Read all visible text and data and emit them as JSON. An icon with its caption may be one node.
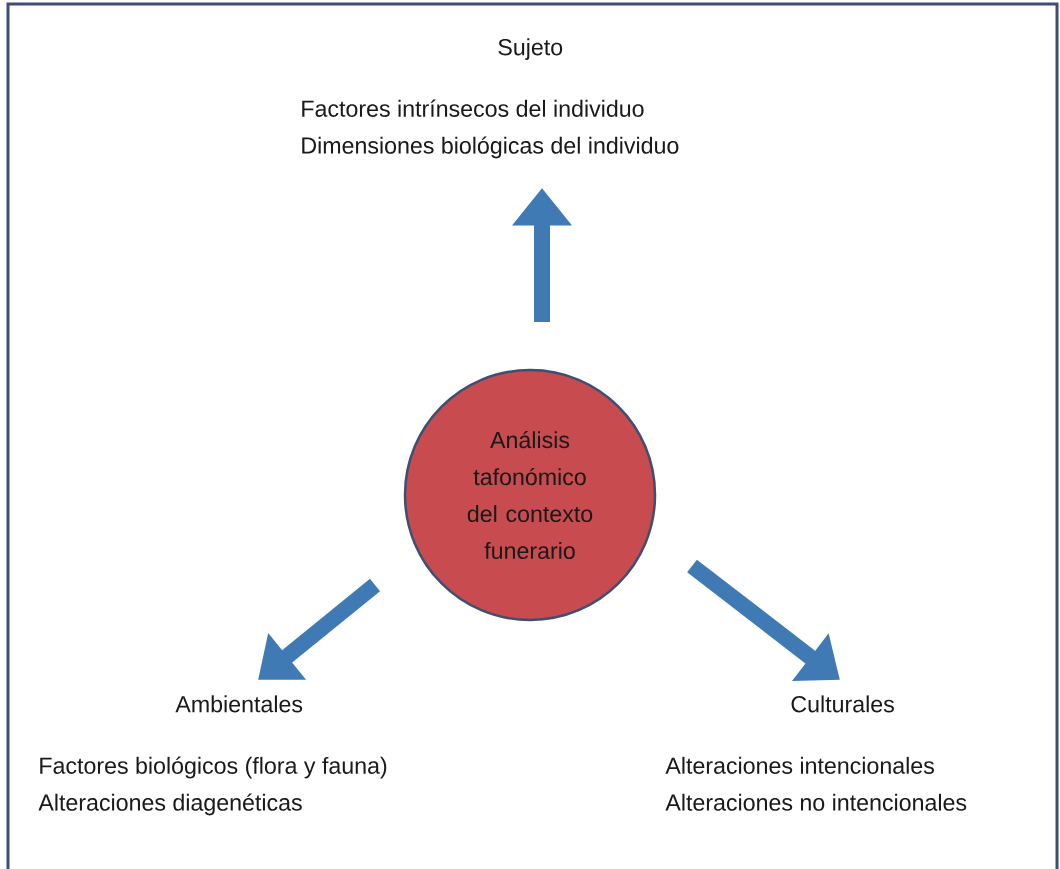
{
  "diagram": {
    "nodes": [
      {
        "text": [
          "Análisis tafonómico del contexto funerario"
        ]
      },
      {
        "text": [
          "Sujeto",
          "Factores intrínsecos del individuo",
          "Dimensiones biológicas del individuo"
        ]
      },
      {
        "text": [
          "Ambientales",
          "Factores biológicos (flora y fauna)",
          "Alteraciones diagenéticas"
        ]
      },
      {
        "text": [
          "Culturales",
          "Alteraciones  intencionales",
          "Alteraciones no intencionales"
        ]
      }
    ],
    "edges": [
      {
        "from": 0,
        "to": 1,
        "arrow": "to"
      },
      {
        "from": 0,
        "to": 2,
        "arrow": "to"
      },
      {
        "from": 0,
        "to": 3,
        "arrow": "to"
      }
    ]
  }
}
